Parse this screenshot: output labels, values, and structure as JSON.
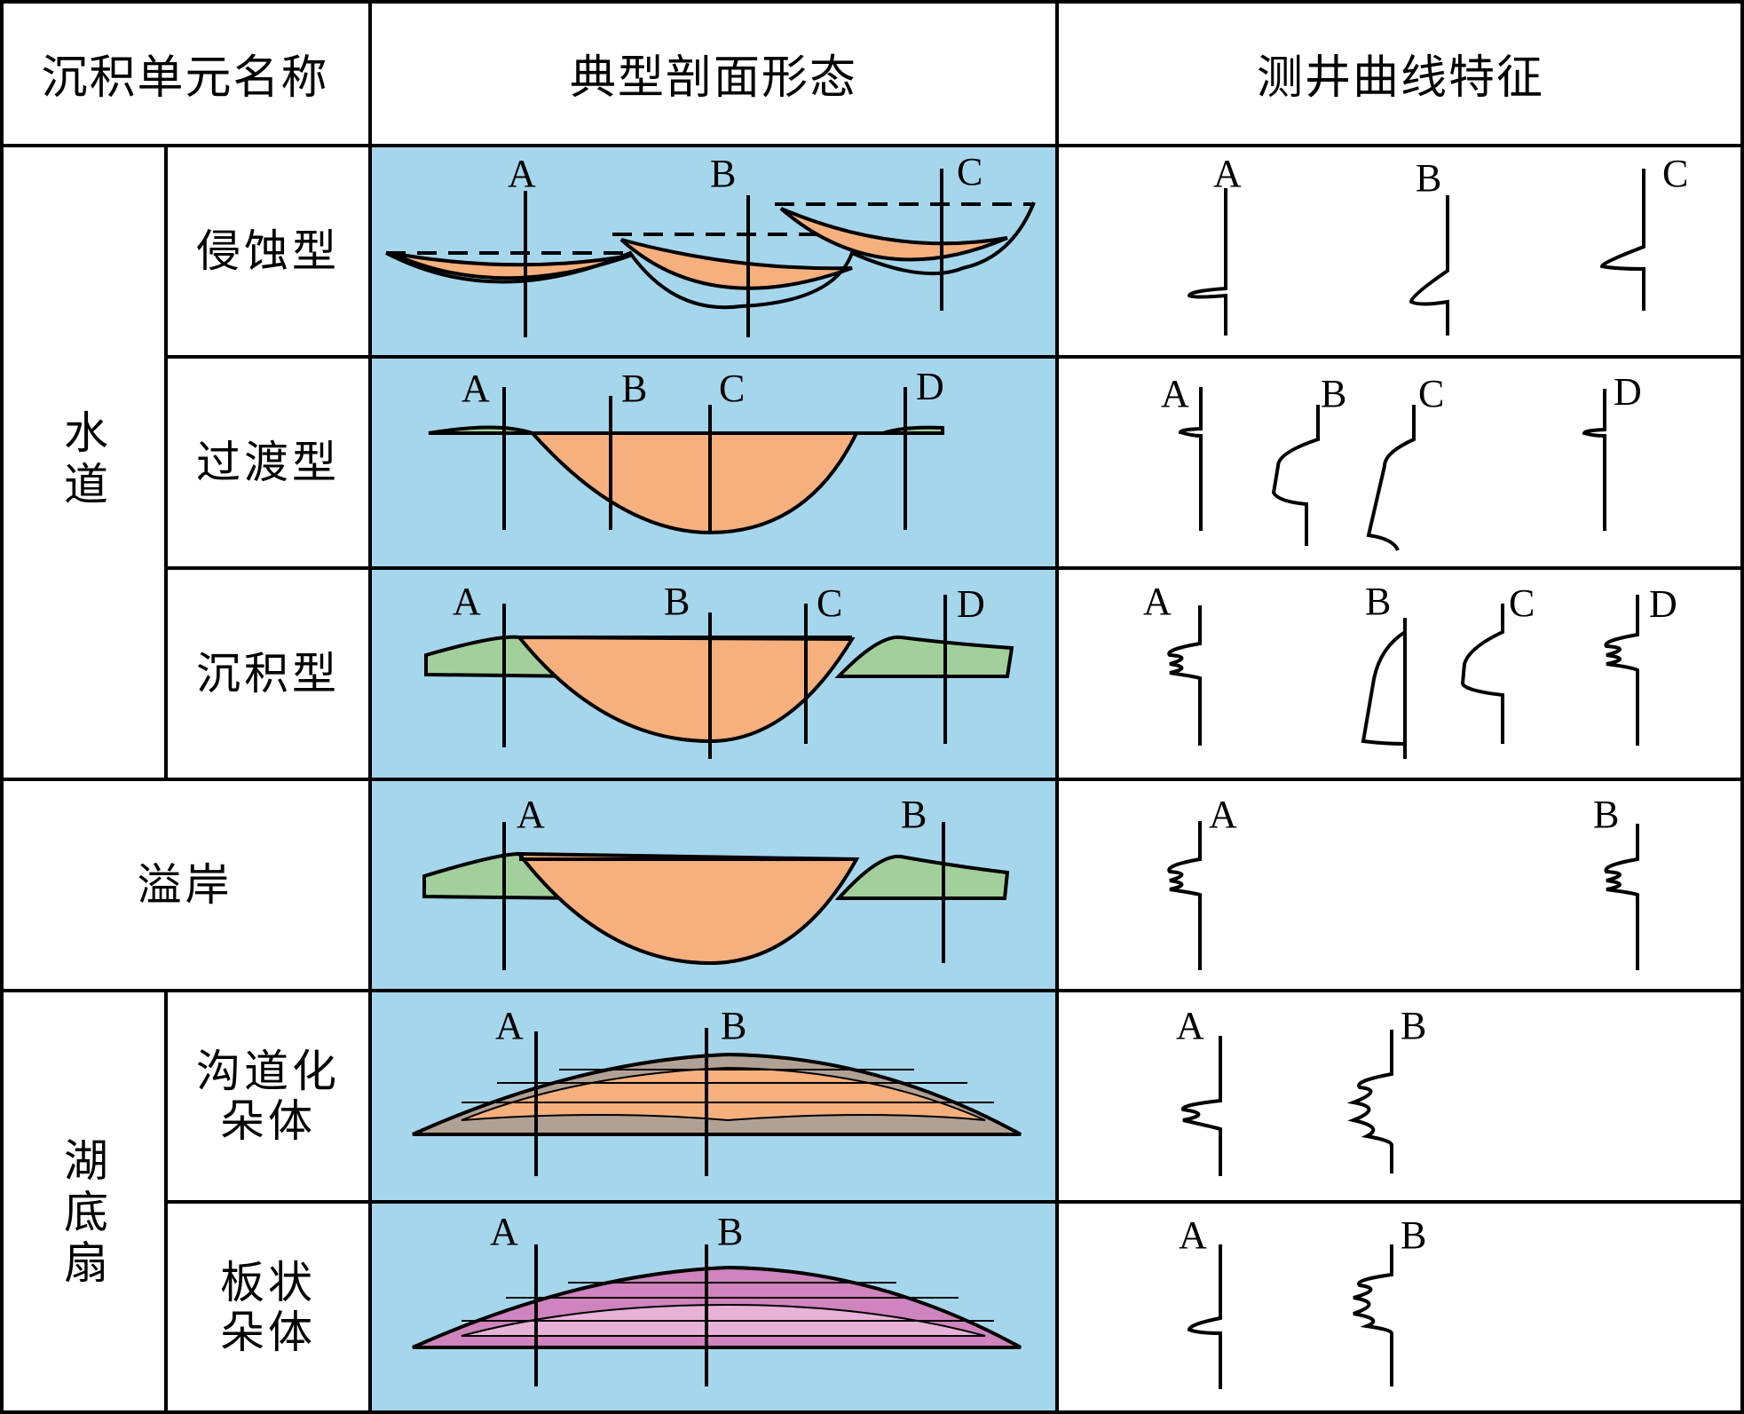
{
  "headers": {
    "unit": "沉积单元名称",
    "profile": "典型剖面形态",
    "log": "测井曲线特征"
  },
  "groups": {
    "channel": "水道",
    "levee": "溢岸",
    "fan": "湖底扇"
  },
  "rows": [
    {
      "label": "侵蚀型",
      "profile_wells": [
        "A",
        "B",
        "C"
      ],
      "log_wells": [
        "A",
        "B",
        "C"
      ]
    },
    {
      "label": "过渡型",
      "profile_wells": [
        "A",
        "B",
        "C",
        "D"
      ],
      "log_wells": [
        "A",
        "B",
        "C",
        "D"
      ]
    },
    {
      "label": "沉积型",
      "profile_wells": [
        "A",
        "B",
        "C",
        "D"
      ],
      "log_wells": [
        "A",
        "B",
        "C",
        "D"
      ]
    },
    {
      "label": "溢岸",
      "profile_wells": [
        "A",
        "B"
      ],
      "log_wells": [
        "A",
        "B"
      ]
    },
    {
      "label": "沟道化朵体",
      "profile_wells": [
        "A",
        "B"
      ],
      "log_wells": [
        "A",
        "B"
      ]
    },
    {
      "label": "板状朵体",
      "profile_wells": [
        "A",
        "B"
      ],
      "log_wells": [
        "A",
        "B"
      ]
    }
  ],
  "colors": {
    "profile_bg": "#a6d6ec",
    "sand": "#f5b07e",
    "levee": "#a3cf9d",
    "mud": "#b1a195",
    "sheet_lobe": "#cf84be",
    "sheet_lobe_light": "#e8b2d8",
    "line": "#000000"
  }
}
